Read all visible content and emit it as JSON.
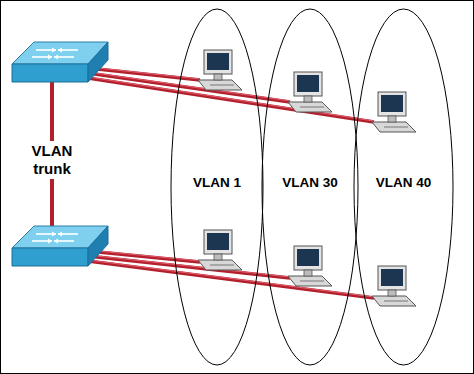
{
  "diagram": {
    "nodes": [
      {
        "text": [
          "VLAN 1"
        ]
      },
      {
        "text": [
          "VLAN 30"
        ]
      },
      {
        "text": [
          "VLAN 40"
        ]
      }
    ],
    "labels": [
      "VLAN trunk"
    ]
  }
}
